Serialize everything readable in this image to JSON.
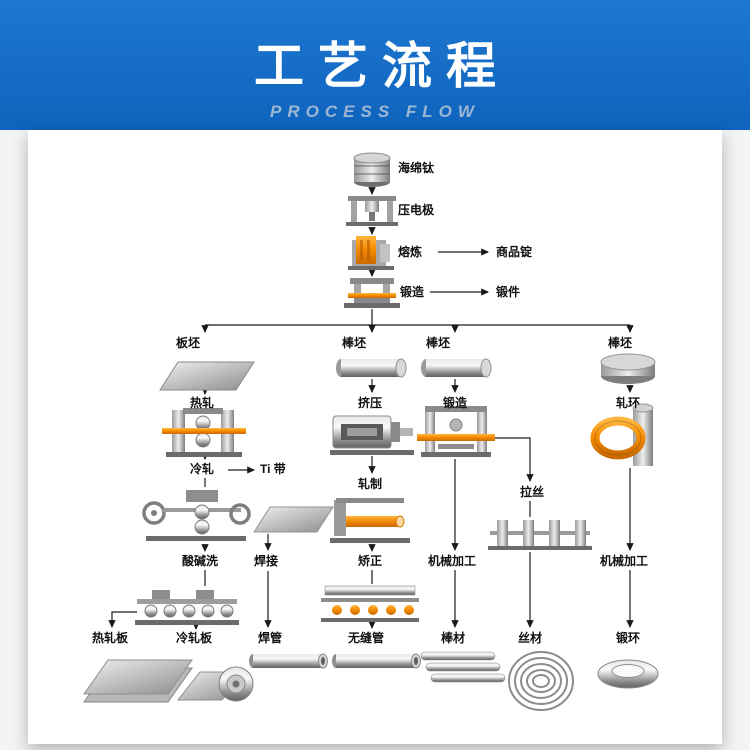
{
  "header": {
    "title": "工艺流程",
    "subtitle": "PROCESS FLOW"
  },
  "labels": {
    "sponge": "海绵钛",
    "press_electrode": "压电极",
    "melting": "熔炼",
    "commercial_ingot": "商品锭",
    "forging_main": "锻造",
    "forgings": "锻件",
    "slab": "板坯",
    "billet_1": "棒坯",
    "billet_2": "棒坯",
    "billet_3": "棒坯",
    "hot_rolling": "热轧",
    "cold_rolling": "冷轧",
    "ti_strip": "Ti 带",
    "acid_alkali_wash": "酸碱洗",
    "hot_rolled_plate": "热轧板",
    "cold_rolled_plate": "冷轧板",
    "extrusion": "挤压",
    "rolling": "轧制",
    "straightening": "矫正",
    "welding": "焊接",
    "welded_pipe": "焊管",
    "seamless_pipe": "无缝管",
    "forging_branch": "锻造",
    "machining_bar": "机械加工",
    "bar_stock": "棒材",
    "wire_drawing": "拉丝",
    "wire_stock": "丝材",
    "ring_rolling": "轧环",
    "machining_ring": "机械加工",
    "forged_ring": "锻环"
  },
  "colors": {
    "header_blue": "#1169c2",
    "subtitle_blue_gray": "#9cb6d4",
    "accent_orange": "#f08a00",
    "connector_black": "#1a1a1a",
    "metal_gray": "#9a9a9a"
  }
}
